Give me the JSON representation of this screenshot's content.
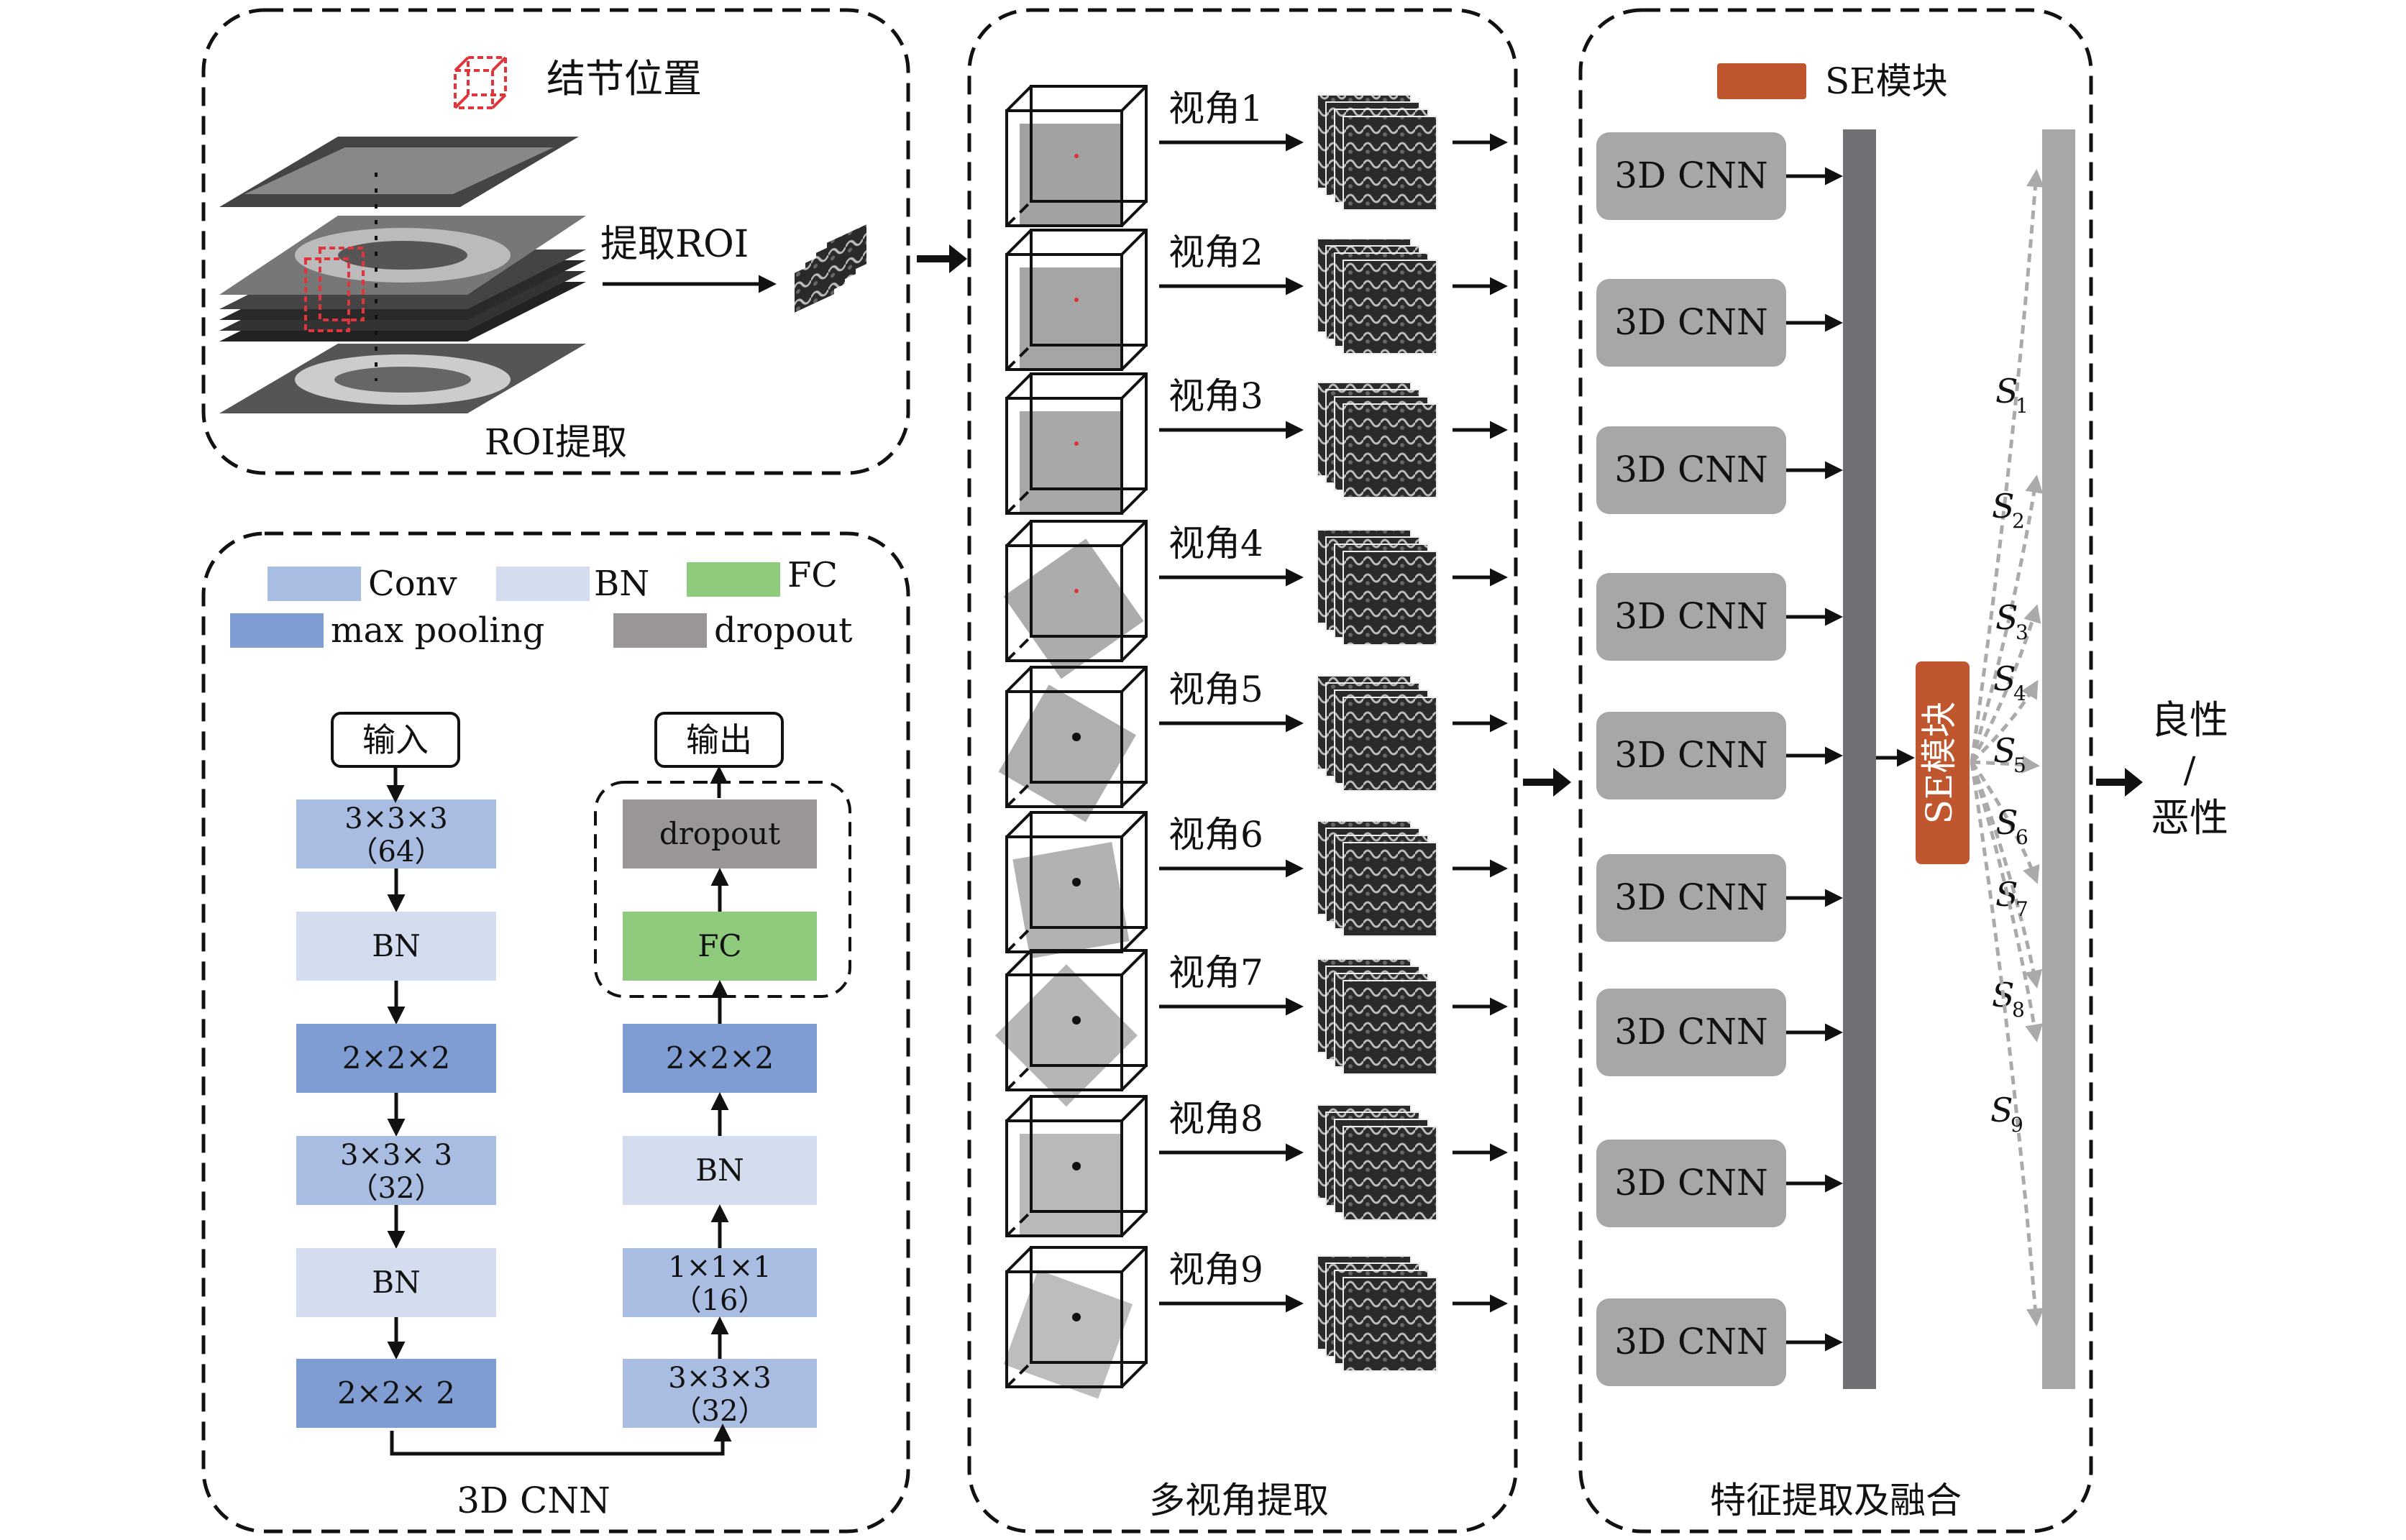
{
  "roi": {
    "nodule_label": "结节位置",
    "extract_label": "提取ROI",
    "caption": "ROI提取"
  },
  "cnn": {
    "legend": {
      "conv": "Conv",
      "bn": "BN",
      "fc": "FC",
      "max_pooling": "max pooling",
      "dropout": "dropout"
    },
    "input": "输入",
    "output": "输出",
    "left_column": [
      {
        "line1": "3×3×3",
        "line2": "（64）",
        "type": "conv"
      },
      {
        "line1": "BN",
        "line2": "",
        "type": "bn"
      },
      {
        "line1": "2×2×2",
        "line2": "",
        "type": "pool"
      },
      {
        "line1": "3×3× 3",
        "line2": "（32）",
        "type": "conv"
      },
      {
        "line1": "BN",
        "line2": "",
        "type": "bn"
      },
      {
        "line1": "2×2× 2",
        "line2": "",
        "type": "pool"
      }
    ],
    "right_column": [
      {
        "line1": "dropout",
        "line2": "",
        "type": "dropout"
      },
      {
        "line1": "FC",
        "line2": "",
        "type": "fc"
      },
      {
        "line1": "2×2×2",
        "line2": "",
        "type": "pool"
      },
      {
        "line1": "BN",
        "line2": "",
        "type": "bn"
      },
      {
        "line1": "1×1×1",
        "line2": "（16）",
        "type": "conv"
      },
      {
        "line1": "3×3×3",
        "line2": "（32）",
        "type": "conv"
      }
    ],
    "caption": "3D CNN"
  },
  "multiview": {
    "views": [
      "视角1",
      "视角2",
      "视角3",
      "视角4",
      "视角5",
      "视角6",
      "视角7",
      "视角8",
      "视角9"
    ],
    "caption": "多视角提取"
  },
  "fusion": {
    "legend_label": "SE模块",
    "cnn_label": "3D CNN",
    "se_label": "SE模块",
    "s_labels": [
      "S",
      "S",
      "S",
      "S",
      "S",
      "S",
      "S",
      "S",
      "S"
    ],
    "s_subscripts": [
      "1",
      "2",
      "3",
      "4",
      "5",
      "6",
      "7",
      "8",
      "9"
    ],
    "caption": "特征提取及融合"
  },
  "result": {
    "benign": "良性",
    "slash": "/",
    "malignant": "恶性"
  },
  "colors": {
    "conv": "#a9bde3",
    "bn": "#d3ddef",
    "pool": "#7f9dd2",
    "fc": "#8ecb7d",
    "dropout": "#999598",
    "cnn_box": "#a7a7a7",
    "bar_dark": "#6f6f74",
    "bar_light": "#a9a6aa",
    "se": "#c0562d"
  }
}
